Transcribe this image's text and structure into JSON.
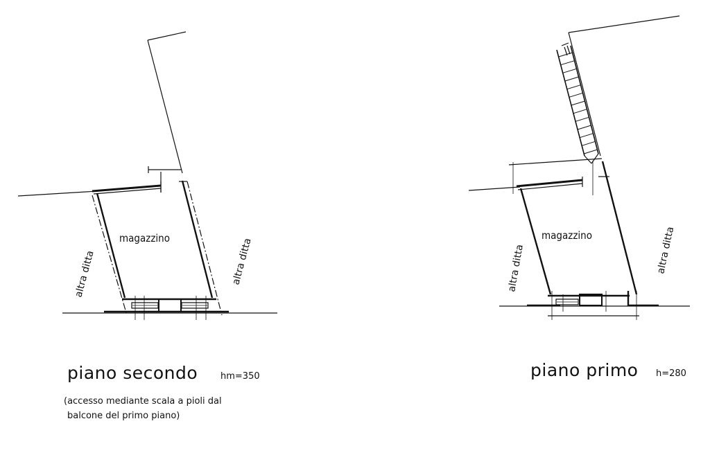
{
  "plans": [
    {
      "room_label": "magazzino",
      "left_label": "altra ditta",
      "right_label": "altra ditta",
      "title": "piano secondo",
      "height_label": "hm=350",
      "note_line1": "(accesso mediante scala a pioli dal",
      "note_line2": "balcone del primo piano)"
    },
    {
      "room_label": "magazzino",
      "left_label": "altra ditta",
      "right_label": "altra ditta",
      "title": "piano primo",
      "height_label": "h=280"
    }
  ]
}
